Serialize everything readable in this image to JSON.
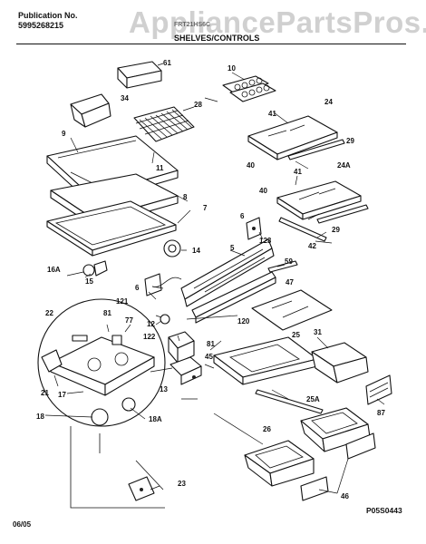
{
  "header": {
    "publication_label": "Publication No.",
    "publication_number": "5995268215",
    "model": "FRT21HS6C",
    "section_title": "SHELVES/CONTROLS"
  },
  "watermark": "AppliancePartsPros.com",
  "footer": {
    "date": "06/05"
  },
  "diagram_code": "P05S0443",
  "labels": {
    "l61": "61",
    "l10": "10",
    "l34": "34",
    "l28": "28",
    "l24": "24",
    "l9": "9",
    "l41a": "41",
    "l40a": "40",
    "l29a": "29",
    "l11": "11",
    "l24A": "24A",
    "l41b": "41",
    "l8": "8",
    "l40b": "40",
    "l7": "7",
    "l6a": "6",
    "l14": "14",
    "l123": "123",
    "l42": "42",
    "l29b": "29",
    "l5": "5",
    "l59": "59",
    "l16A": "16A",
    "l15": "15",
    "l6b": "6",
    "l47": "47",
    "l121": "121",
    "l22": "22",
    "l81a": "81",
    "l77": "77",
    "l120": "120",
    "l12": "12",
    "l122": "122",
    "l81b": "81",
    "l25": "25",
    "l31": "31",
    "l45": "45",
    "l21": "21",
    "l17": "17",
    "l13": "13",
    "l25A": "25A",
    "l87": "87",
    "l18": "18",
    "l18A": "18A",
    "l26": "26",
    "l23": "23",
    "l46": "46"
  }
}
